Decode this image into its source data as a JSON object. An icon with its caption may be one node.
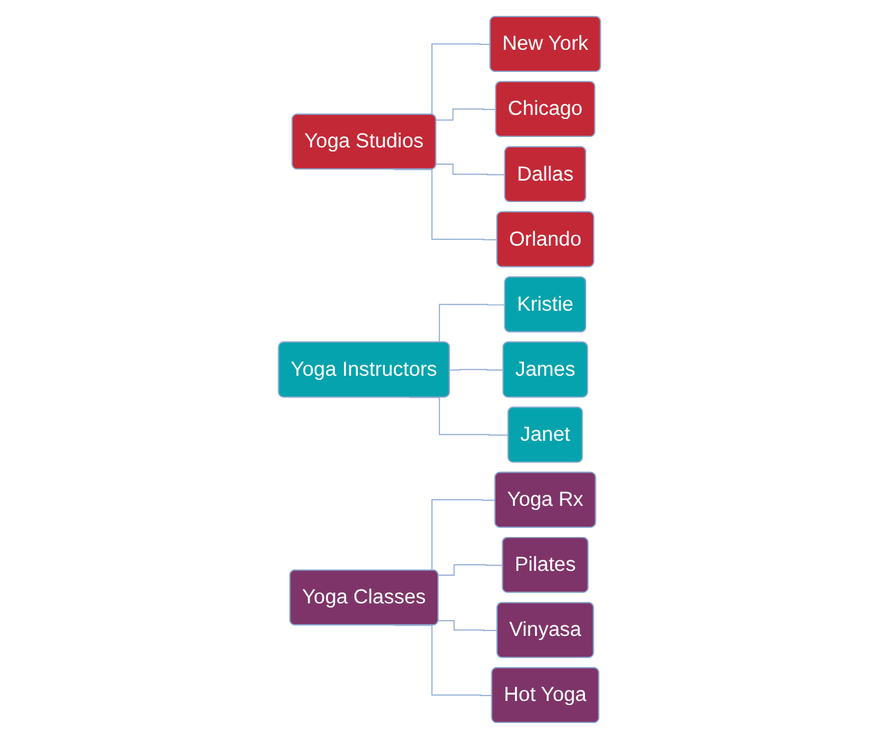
{
  "diagram": {
    "nodes": [
      {
        "text": [
          "Yoga Studios"
        ]
      },
      {
        "text": [
          "New York"
        ]
      },
      {
        "text": [
          "Chicago"
        ]
      },
      {
        "text": [
          "Dallas"
        ]
      },
      {
        "text": [
          "Orlando"
        ]
      },
      {
        "text": [
          "Yoga Instructors"
        ]
      },
      {
        "text": [
          "Kristie"
        ]
      },
      {
        "text": [
          "James"
        ]
      },
      {
        "text": [
          "Janet"
        ]
      },
      {
        "text": [
          "Yoga Classes"
        ]
      },
      {
        "text": [
          "Yoga Rx"
        ]
      },
      {
        "text": [
          "Pilates"
        ]
      },
      {
        "text": [
          "Vinyasa"
        ]
      },
      {
        "text": [
          "Hot Yoga"
        ]
      }
    ],
    "edges": [
      {
        "from": 0,
        "to": 1,
        "arrow": "none"
      },
      {
        "from": 0,
        "to": 2,
        "arrow": "none"
      },
      {
        "from": 0,
        "to": 3,
        "arrow": "none"
      },
      {
        "from": 0,
        "to": 4,
        "arrow": "none"
      },
      {
        "from": 5,
        "to": 6,
        "arrow": "none"
      },
      {
        "from": 5,
        "to": 7,
        "arrow": "none"
      },
      {
        "from": 5,
        "to": 8,
        "arrow": "none"
      },
      {
        "from": 9,
        "to": 10,
        "arrow": "none"
      },
      {
        "from": 9,
        "to": 11,
        "arrow": "none"
      },
      {
        "from": 9,
        "to": 12,
        "arrow": "none"
      },
      {
        "from": 9,
        "to": 13,
        "arrow": "none"
      }
    ]
  }
}
